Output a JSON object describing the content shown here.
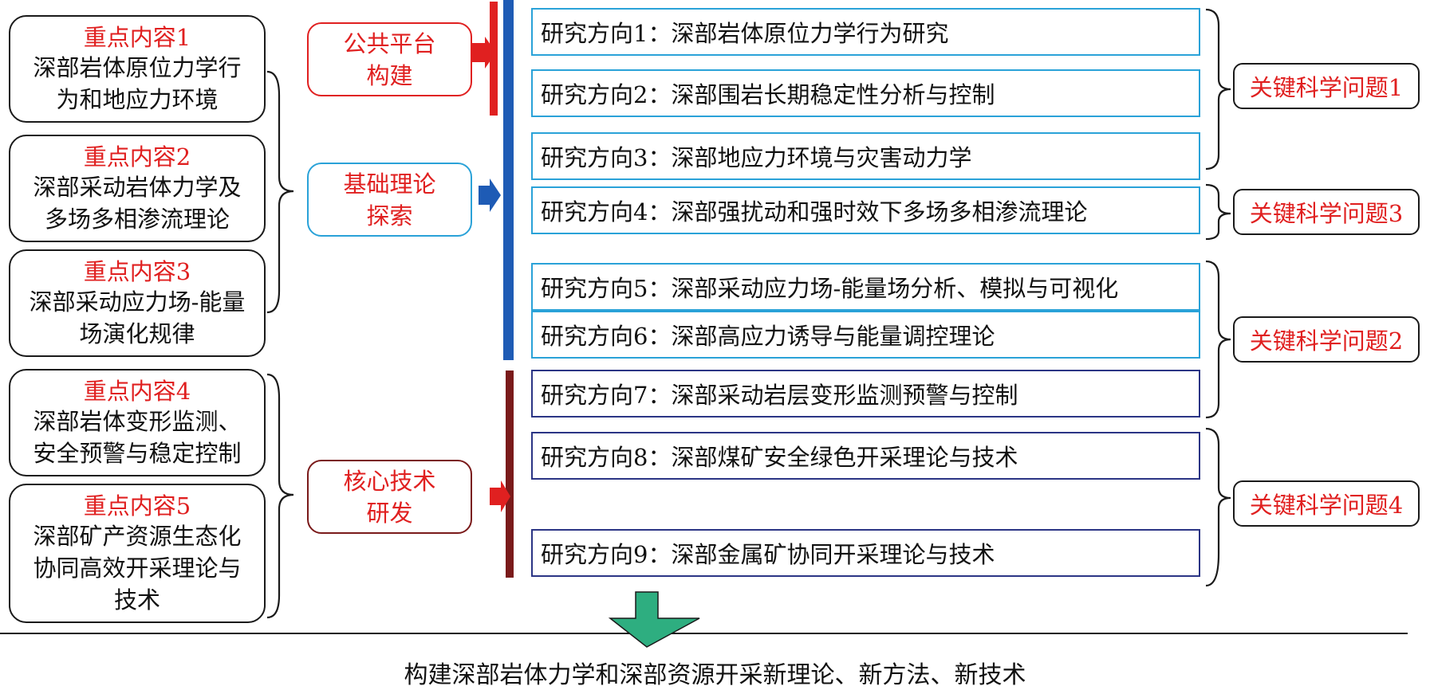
{
  "colors": {
    "red": "#e02020",
    "blue_light": "#2aa2d8",
    "blue_bar": "#1e5bb5",
    "navy": "#2b3585",
    "dark_red": "#7a1a1a",
    "green_arrow": "#2eae80"
  },
  "key_contents": [
    {
      "title": "重点内容1",
      "text": "深部岩体原位力学行\n为和地应力环境"
    },
    {
      "title": "重点内容2",
      "text": "深部采动岩体力学及\n多场多相渗流理论"
    },
    {
      "title": "重点内容3",
      "text": "深部采动应力场-能量\n场演化规律"
    },
    {
      "title": "重点内容4",
      "text": "深部岩体变形监测、\n安全预警与稳定控制"
    },
    {
      "title": "重点内容5",
      "text": "深部矿产资源生态化\n协同高效开采理论与\n技术"
    }
  ],
  "platforms": [
    {
      "label": "公共平台\n构建"
    },
    {
      "label": "基础理论\n探索"
    },
    {
      "label": "核心技术\n研发"
    }
  ],
  "research_directions": [
    "研究方向1：深部岩体原位力学行为研究",
    "研究方向2：深部围岩长期稳定性分析与控制",
    "研究方向3：深部地应力环境与灾害动力学",
    "研究方向4：深部强扰动和强时效下多场多相渗流理论",
    "研究方向5：深部采动应力场-能量场分析、模拟与可视化",
    "研究方向6：深部高应力诱导与能量调控理论",
    "研究方向7：深部采动岩层变形监测预警与控制",
    "研究方向8：深部煤矿安全绿色开采理论与技术",
    "研究方向9：深部金属矿协同开采理论与技术"
  ],
  "key_questions": [
    "关键科学问题1",
    "关键科学问题3",
    "关键科学问题2",
    "关键科学问题4"
  ],
  "conclusion": "构建深部岩体力学和深部资源开采新理论、新方法、新技术"
}
